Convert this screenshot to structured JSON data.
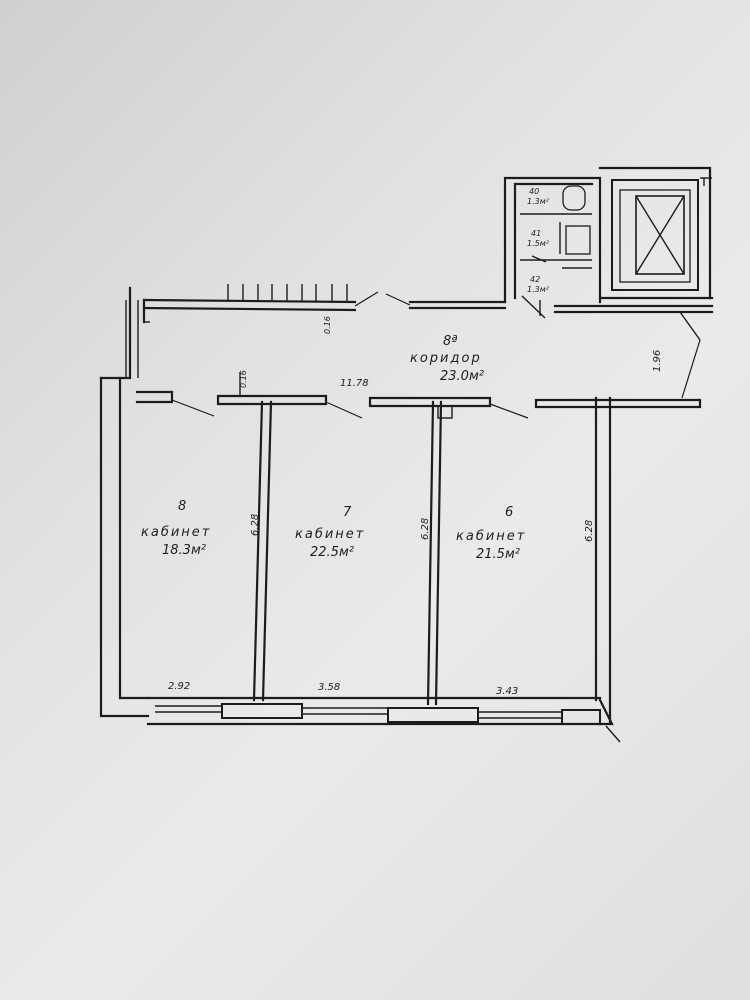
{
  "rooms": {
    "r8": {
      "num": "8",
      "name": "кабинет",
      "area": "18.3м²",
      "width": "2.92",
      "depth": "6.28"
    },
    "r7": {
      "num": "7",
      "name": "кабинет",
      "area": "22.5м²",
      "width": "3.58",
      "depth": "6.28"
    },
    "r6": {
      "num": "6",
      "name": "кабинет",
      "area": "21.5м²",
      "width": "3.43",
      "depth": "6.28"
    },
    "corridor": {
      "num": "8ª",
      "name": "коридор",
      "area": "23.0м²",
      "length": "11.78",
      "width": "1.96"
    }
  },
  "small_rooms": [
    {
      "num": "40",
      "area": "1.3м²"
    },
    {
      "num": "41",
      "area": "1.5м²"
    },
    {
      "num": "42",
      "area": "1.3м²"
    }
  ],
  "dims": {
    "wall_a": "0.16",
    "wall_b": "0.16"
  }
}
